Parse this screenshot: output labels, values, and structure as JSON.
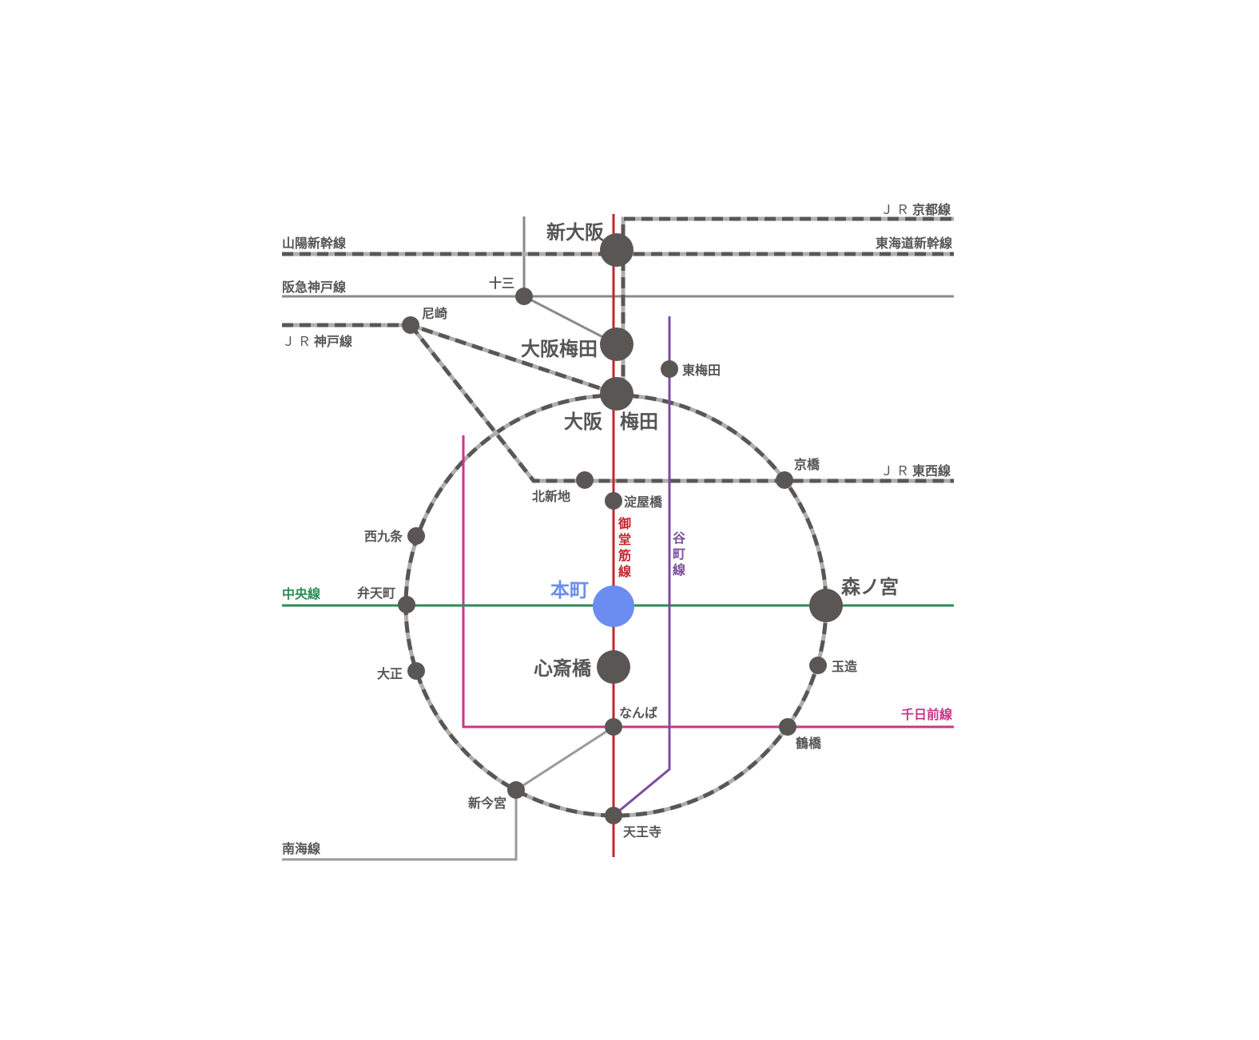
{
  "colors": {
    "jr_dark": "#5a5654",
    "jr_light": "#b0aeac",
    "other_gray": "#8a8a8a",
    "midosuji": "#c1272d",
    "tanimachi": "#7b4e9e",
    "chuo": "#2e8b57",
    "sennichimae": "#c4378a",
    "honmachi": "#6b8cf0",
    "station": "#5a5654",
    "text": "#555555"
  },
  "lines": {
    "sanyo_shinkansen": "山陽新幹線",
    "hankyu_kobe": "阪急神戸線",
    "jr_kobe_prefix": "ＪＲ",
    "jr_kobe": "神戸線",
    "jr_kyoto_prefix": "ＪＲ",
    "jr_kyoto": "京都線",
    "tokaido_shinkansen": "東海道新幹線",
    "jr_tozai_prefix": "ＪＲ",
    "jr_tozai": "東西線",
    "chuo": "中央線",
    "sennichimae": "千日前線",
    "nankai": "南海線",
    "midosuji": [
      "御",
      "堂",
      "筋",
      "線"
    ],
    "tanimachi": [
      "谷",
      "町",
      "線"
    ]
  },
  "stations": {
    "shin_osaka": "新大阪",
    "juso": "十三",
    "amagasaki": "尼崎",
    "osaka_umeda_hankyu": "大阪梅田",
    "higashi_umeda": "東梅田",
    "osaka": "大阪",
    "umeda": "梅田",
    "kitashinchi": "北新地",
    "yodoyabashi": "淀屋橋",
    "kyobashi": "京橋",
    "nishikujo": "西九条",
    "bentencho": "弁天町",
    "honmachi": "本町",
    "morinomiya": "森ノ宮",
    "taisho": "大正",
    "shinsaibashi": "心斎橋",
    "tamatsukuri": "玉造",
    "namba": "なんば",
    "tsuruhashi": "鶴橋",
    "shin_imamiya": "新今宮",
    "tennoji": "天王寺"
  }
}
